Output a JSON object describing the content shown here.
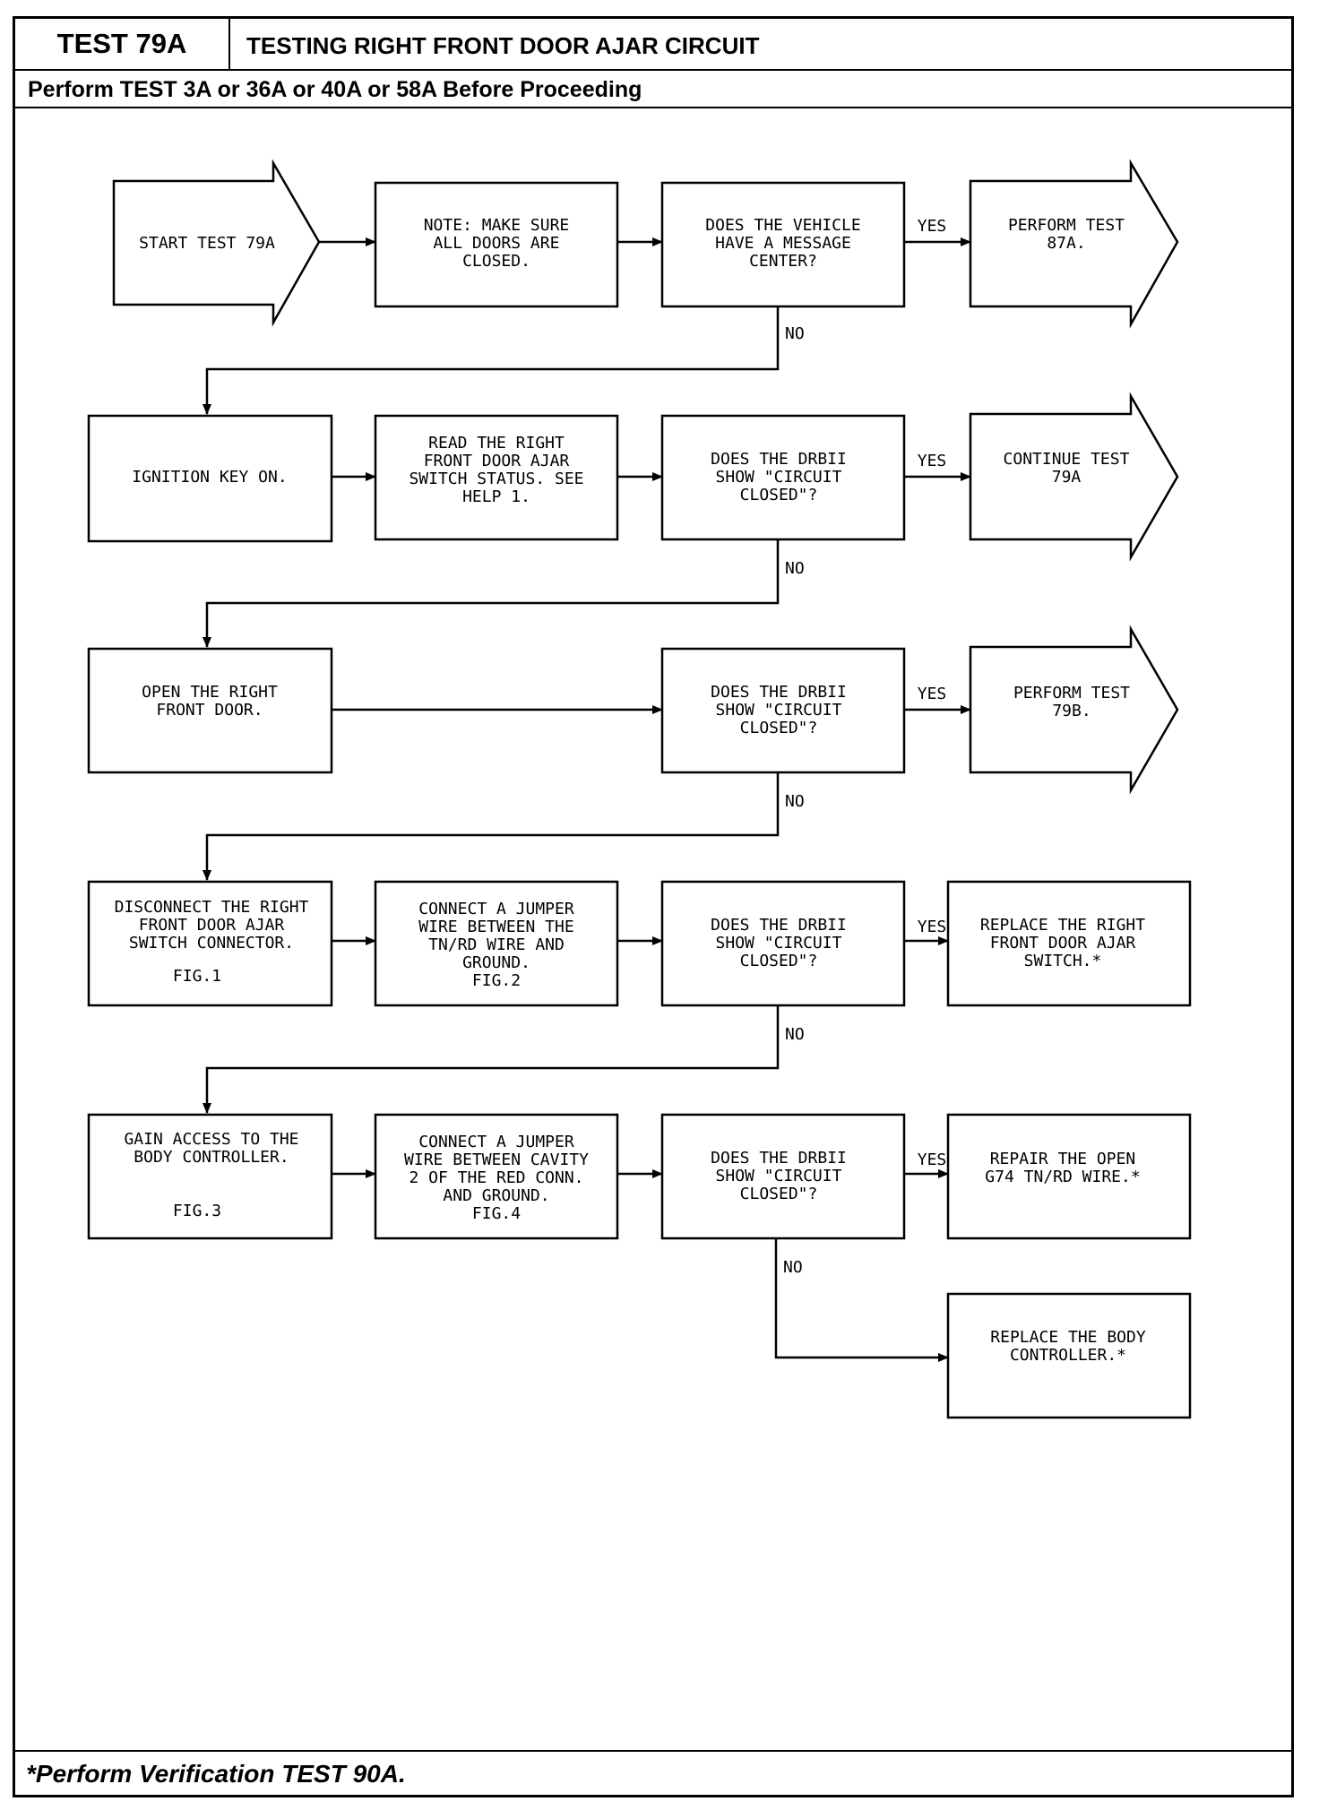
{
  "header": {
    "test_id": "TEST 79A",
    "title": "TESTING RIGHT FRONT DOOR AJAR CIRCUIT",
    "prerequisite": "Perform TEST 3A or 36A or 40A or 58A Before Proceeding"
  },
  "footer": {
    "note": "*Perform Verification TEST 90A."
  },
  "labels": {
    "yes": "YES",
    "no": "NO"
  },
  "rows": [
    {
      "start": [
        "START TEST 79A"
      ],
      "action": [
        "NOTE: MAKE SURE",
        "ALL DOORS ARE",
        "CLOSED."
      ],
      "decision": [
        "DOES THE VEHICLE",
        "HAVE A MESSAGE",
        "CENTER?"
      ],
      "result": [
        "PERFORM TEST",
        "87A."
      ]
    },
    {
      "step": [
        "IGNITION KEY ON."
      ],
      "action": [
        "READ THE RIGHT",
        "FRONT DOOR AJAR",
        "SWITCH STATUS. SEE",
        "HELP 1."
      ],
      "decision": [
        "DOES THE DRBII",
        "SHOW \"CIRCUIT",
        "CLOSED\"?"
      ],
      "result": [
        "CONTINUE TEST",
        "79A"
      ]
    },
    {
      "step": [
        "OPEN THE RIGHT",
        "FRONT DOOR."
      ],
      "decision": [
        "DOES THE DRBII",
        "SHOW \"CIRCUIT",
        "CLOSED\"?"
      ],
      "result": [
        "PERFORM TEST",
        "79B."
      ]
    },
    {
      "step": [
        "DISCONNECT THE RIGHT",
        "FRONT DOOR AJAR",
        "SWITCH CONNECTOR."
      ],
      "step_fig": "FIG.1",
      "action": [
        "CONNECT A JUMPER",
        "WIRE BETWEEN THE",
        "TN/RD WIRE AND",
        "GROUND.",
        "FIG.2"
      ],
      "decision": [
        "DOES THE DRBII",
        "SHOW \"CIRCUIT",
        "CLOSED\"?"
      ],
      "result": [
        "REPLACE THE RIGHT",
        "FRONT DOOR AJAR",
        "SWITCH.*"
      ]
    },
    {
      "step": [
        "GAIN ACCESS TO THE",
        "BODY CONTROLLER."
      ],
      "step_fig": "FIG.3",
      "action": [
        "CONNECT A JUMPER",
        "WIRE BETWEEN CAVITY",
        "2 OF THE RED CONN.",
        "AND GROUND.",
        "FIG.4"
      ],
      "decision": [
        "DOES THE DRBII",
        "SHOW \"CIRCUIT",
        "CLOSED\"?"
      ],
      "result": [
        "REPAIR THE OPEN",
        "G74 TN/RD WIRE.*"
      ],
      "final": [
        "REPLACE THE BODY",
        "CONTROLLER.*"
      ]
    }
  ]
}
